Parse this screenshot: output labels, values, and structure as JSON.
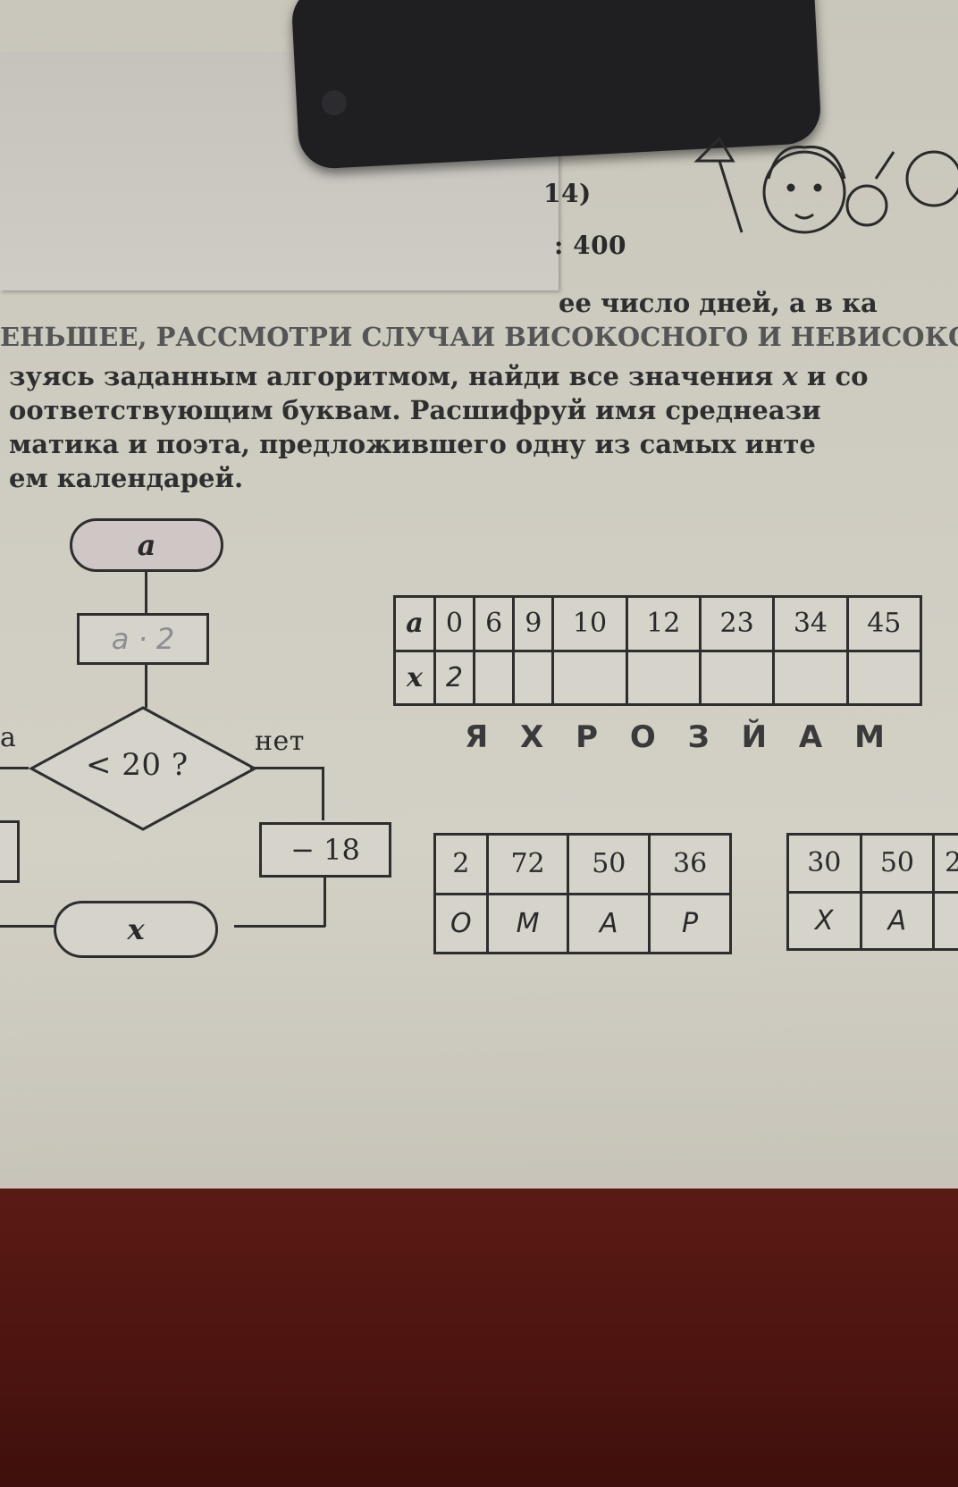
{
  "top_partial": {
    "page_ref": "14)",
    "division": ": 400"
  },
  "text_lines": [
    "ее число дней, а в ка",
    "ЕНЬШЕЕ, РАССМОТРИ СЛУЧАИ ВИСОКОСНОГО И НЕВИСОКОСНОГ",
    "зуясь заданным алгоритмом, найди все значения",
    "оответствующим буквам. Расшифруй имя среднеази",
    "матика и поэта, предложившего одну из самых инте",
    "ем календарей."
  ],
  "line3_tail": " и со",
  "var_x": "x",
  "flowchart": {
    "start": "a",
    "step1": "a · 2",
    "condition": "< 20 ?",
    "yes_label": "а",
    "no_label": "нет",
    "step2": "− 18",
    "end": "x"
  },
  "main_table": {
    "row_a_label": "a",
    "row_x_label": "x",
    "a_values": [
      "0",
      "6",
      "9",
      "10",
      "12",
      "23",
      "34",
      "45"
    ],
    "x_values": [
      "2",
      "",
      "",
      "",
      "",
      "",
      "",
      ""
    ]
  },
  "letters": [
    "Я",
    "Х",
    "Р",
    "О",
    "З",
    "Й",
    "А",
    "М"
  ],
  "answer_table_1": {
    "numbers": [
      "2",
      "72",
      "50",
      "36"
    ],
    "letters": [
      "О",
      "М",
      "А",
      "Р"
    ]
  },
  "answer_table_2": {
    "numbers": [
      "30",
      "50",
      "2"
    ],
    "letters": [
      "Х",
      "А",
      ""
    ]
  }
}
